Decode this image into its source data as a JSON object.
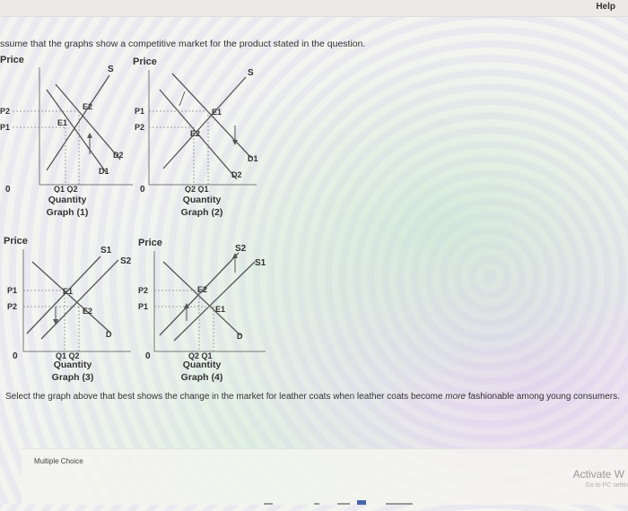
{
  "header": {
    "help_label": "Help"
  },
  "instruction": "ssume that the graphs show a competitive market for the product stated in the question.",
  "graphs": [
    {
      "price_label": "Price",
      "p_upper": "P2",
      "p_lower": "P1",
      "e_upper": "E2",
      "e_lower": "E1",
      "supply1": "S",
      "supply2": "",
      "demand1": "D1",
      "demand2": "D2",
      "q_label": "Q1 Q2",
      "origin": "0",
      "axis_label": "Quantity",
      "title": "Graph (1)"
    },
    {
      "price_label": "Price",
      "p_upper": "P1",
      "p_lower": "P2",
      "e_upper": "E1",
      "e_lower": "E2",
      "supply1": "S",
      "supply2": "",
      "demand1": "D1",
      "demand2": "D2",
      "q_label": "Q2 Q1",
      "origin": "0",
      "axis_label": "Quantity",
      "title": "Graph (2)"
    },
    {
      "price_label": "Price",
      "p_upper": "P1",
      "p_lower": "P2",
      "e_upper": "E1",
      "e_lower": "E2",
      "supply1": "S1",
      "supply2": "S2",
      "demand1": "D",
      "demand2": "",
      "q_label": "Q1 Q2",
      "origin": "0",
      "axis_label": "Quantity",
      "title": "Graph (3)"
    },
    {
      "price_label": "Price",
      "p_upper": "P2",
      "p_lower": "P1",
      "e_upper": "E2",
      "e_lower": "E1",
      "supply1": "S1",
      "supply2": "S2",
      "demand1": "D",
      "demand2": "",
      "q_label": "Q2 Q1",
      "origin": "0",
      "axis_label": "Quantity",
      "title": "Graph (4)"
    }
  ],
  "question": {
    "part1": "Select the graph above that best shows the change in the market for leather coats when leather coats become ",
    "emphasis": "more",
    "part2": " fashionable among young consumers."
  },
  "answer": {
    "type_label": "Multiple Choice"
  },
  "watermark": {
    "title": "Activate W",
    "subtitle": "Go to PC settin"
  },
  "colors": {
    "background": "#f4f4f1",
    "text": "#333333",
    "line": "#555555",
    "dotted": "#888888"
  }
}
